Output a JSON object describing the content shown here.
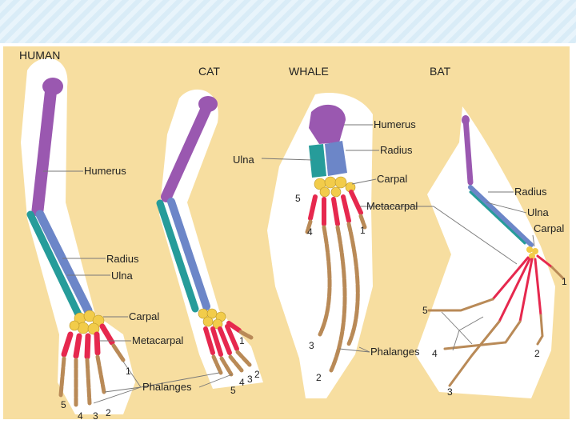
{
  "colors": {
    "background": "#f7dea0",
    "silhouette": "#ffffff",
    "humerus": "#9a58b0",
    "radius": "#6c86c8",
    "ulna": "#269c9a",
    "carpal": "#f2cc4a",
    "metacarpal": "#e6284e",
    "phalanges": "#b98a57"
  },
  "species": {
    "human": "HUMAN",
    "cat": "CAT",
    "whale": "WHALE",
    "bat": "BAT"
  },
  "labels": {
    "humerus": "Humerus",
    "radius": "Radius",
    "ulna": "Ulna",
    "carpal": "Carpal",
    "metacarpal": "Metacarpal",
    "phalanges": "Phalanges"
  },
  "digits": {
    "one": "1",
    "two": "2",
    "three": "3",
    "four": "4",
    "five": "5"
  }
}
